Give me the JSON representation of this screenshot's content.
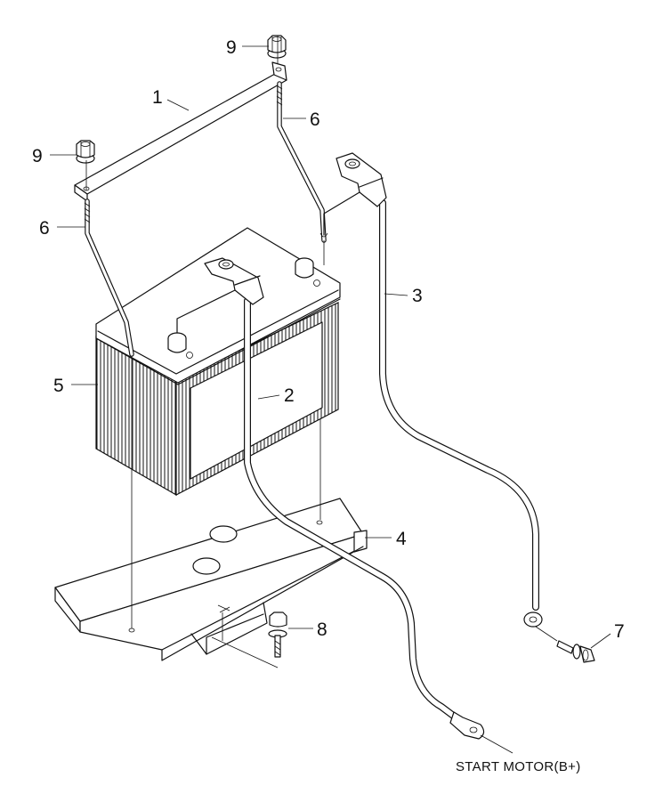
{
  "diagram": {
    "callouts": [
      {
        "id": "c1",
        "text": "1"
      },
      {
        "id": "c2",
        "text": "2"
      },
      {
        "id": "c3",
        "text": "3"
      },
      {
        "id": "c4",
        "text": "4"
      },
      {
        "id": "c5",
        "text": "5"
      },
      {
        "id": "c6a",
        "text": "6"
      },
      {
        "id": "c6b",
        "text": "6"
      },
      {
        "id": "c7",
        "text": "7"
      },
      {
        "id": "c8",
        "text": "8"
      },
      {
        "id": "c9a",
        "text": "9"
      },
      {
        "id": "c9b",
        "text": "9"
      }
    ],
    "start_motor_label": "START MOTOR(B+)"
  },
  "colors": {
    "line": "#111111",
    "background": "#ffffff"
  }
}
